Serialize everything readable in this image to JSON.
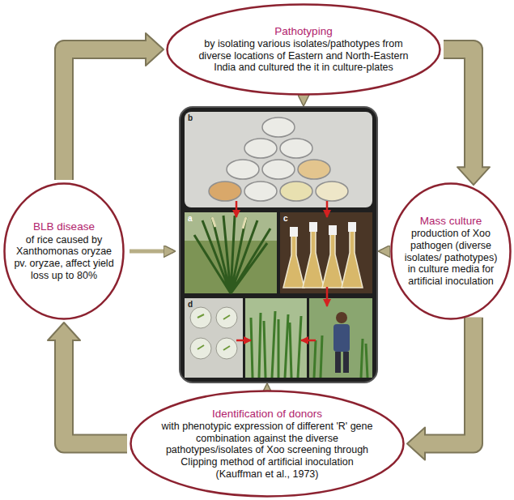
{
  "diagram": {
    "nodes": [
      {
        "text": [
          "Pathotyping",
          "by isolating various isolates/pathotypes from diverse locations of Eastern and North-Eastern India and cultured the it in culture-plates"
        ]
      },
      {
        "text": [
          "Mass culture",
          "production of Xoo pathogen (diverse isolates/ pathotypes) in culture media for artificial inoculation"
        ]
      },
      {
        "text": [
          "Identification of donors",
          "with phenotypic expression of different 'R' gene combination against the diverse pathotypes/isolates of Xoo screening through Clipping method of artificial inoculation (Kauffman et al., 1973)"
        ]
      },
      {
        "text": [
          "BLB disease",
          "of rice caused by Xanthomonas oryzae pv. oryzae, affect yield loss up to 80%"
        ]
      }
    ],
    "edges": [
      {
        "from": 0,
        "to": 1,
        "arrow": "to"
      },
      {
        "from": 1,
        "to": 2,
        "arrow": "to"
      },
      {
        "from": 2,
        "to": 3,
        "arrow": "to"
      },
      {
        "from": 3,
        "to": 0,
        "arrow": "to"
      }
    ],
    "labels": [
      "b",
      "a",
      "c",
      "d"
    ]
  }
}
